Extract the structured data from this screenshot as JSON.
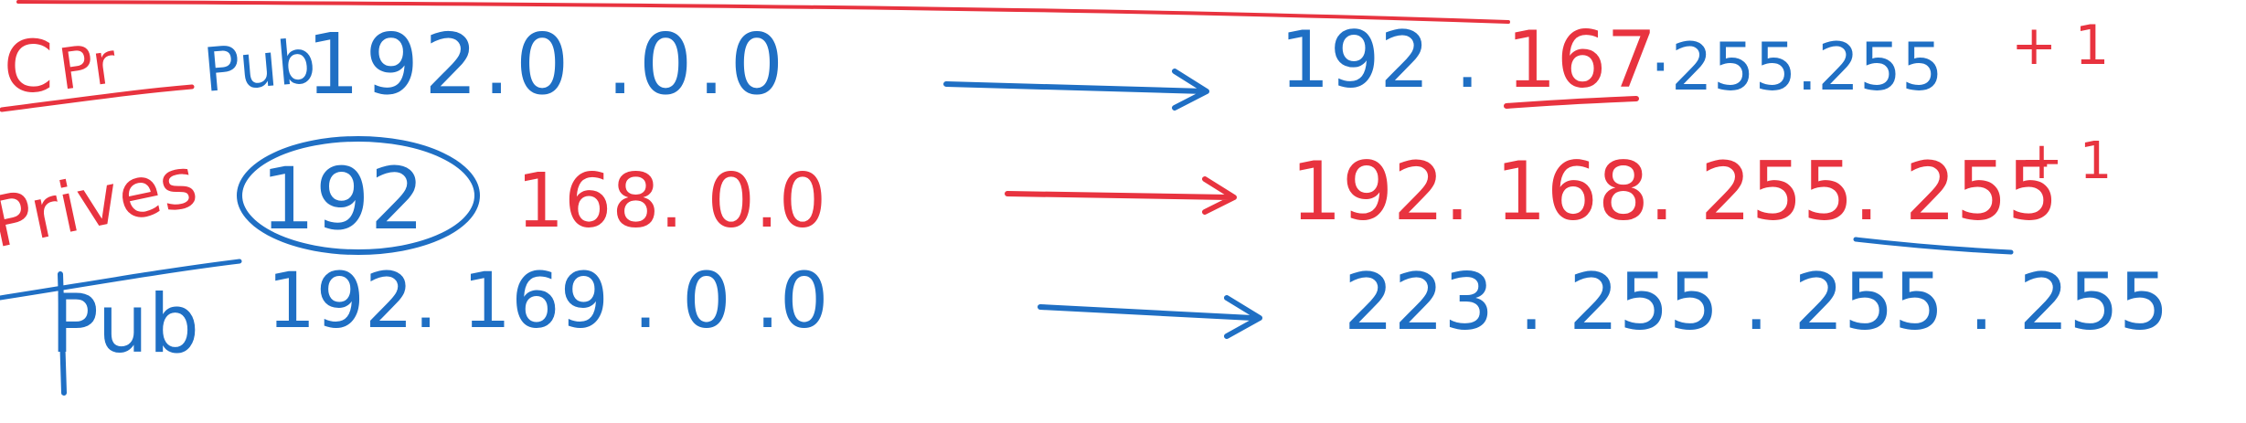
{
  "colors": {
    "red": "#e8333f",
    "blue": "#1f6fc4",
    "background": "#ffffff"
  },
  "row1": {
    "label_a": "C",
    "label_b": "Pr",
    "label_c": "Pub",
    "start": "192.0 .0.0",
    "end_a": "192 .",
    "end_b": "167",
    "end_c": "·255.255",
    "note": "+ 1"
  },
  "row2": {
    "label": "Prives",
    "start_a": "192",
    "start_b": "168. 0.0",
    "end": "192. 168. 255. 255",
    "note": "+ 1"
  },
  "row3": {
    "label": "Pub",
    "start": "192. 169 . 0 .0",
    "end": "223 . 255 . 255 . 255"
  }
}
